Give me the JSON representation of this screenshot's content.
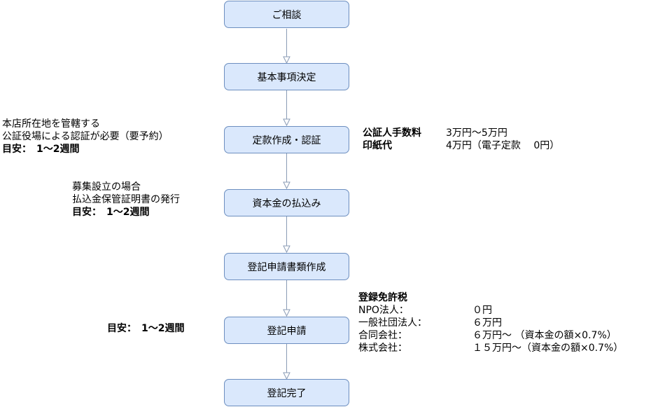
{
  "steps": [
    {
      "label": "ご相談"
    },
    {
      "label": "基本事項決定"
    },
    {
      "label": "定款作成・認証"
    },
    {
      "label": "資本金の払込み"
    },
    {
      "label": "登記申請書類作成"
    },
    {
      "label": "登記申請"
    },
    {
      "label": "登記完了"
    }
  ],
  "notes": {
    "teikan_left": {
      "line1": "本店所在地を管轄する",
      "line2": "公証役場による認証が必要（要予約）",
      "duration": "目安：　1〜2週間"
    },
    "teikan_right": {
      "fee_label": "公証人手数料",
      "fee_value": "3万円〜5万円",
      "stamp_label": "印紙代",
      "stamp_value": "4万円（電子定款　 0円）"
    },
    "capital_left": {
      "line1": "募集設立の場合",
      "line2": "払込金保管証明書の発行",
      "duration": "目安：　1〜2週間"
    },
    "registration_left": {
      "duration": "目安：　1〜2週間"
    },
    "registration_right": {
      "title": "登録免許税",
      "rows": [
        {
          "label": "NPO法人：",
          "value": "０円"
        },
        {
          "label": "一般社団法人：",
          "value": "６万円"
        },
        {
          "label": "合同会社：",
          "value": "６万円〜 （資本金の額×0.7%）"
        },
        {
          "label": "株式会社：",
          "value": "１５万円〜（資本金の額×0.7%）"
        }
      ]
    }
  },
  "colors": {
    "box_fill": "#dae8fc",
    "box_border": "#6c8ebf",
    "arrow": "#8a9bb5"
  }
}
